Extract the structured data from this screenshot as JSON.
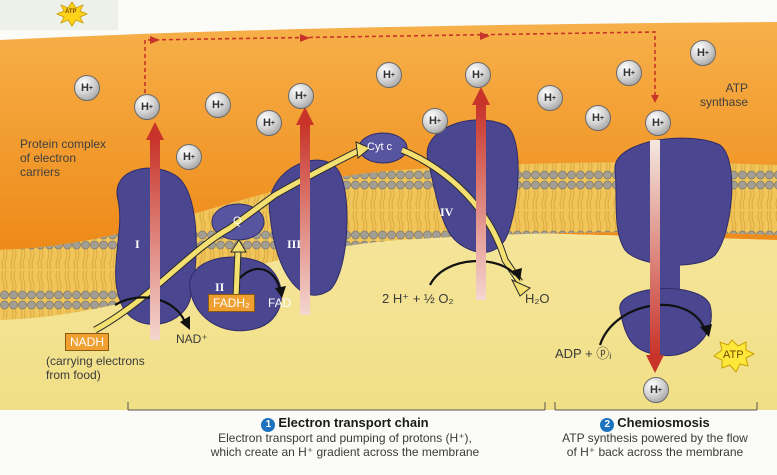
{
  "badge": {
    "text": "ATP"
  },
  "labels": {
    "protein_complex": "Protein complex\nof electron\ncarriers",
    "atp_synthase": "ATP\nsynthase",
    "nadh": "NADH",
    "nad_plus": "NAD⁺",
    "carrying_electrons": "(carrying electrons\nfrom food)",
    "fadh2": "FADH₂",
    "fad": "FAD",
    "q": "Q",
    "cyt_c": "Cyt c",
    "complex_i": "I",
    "complex_ii": "II",
    "complex_iii": "III",
    "complex_iv": "IV",
    "water_eq": "2 H⁺ + ½ O₂",
    "water": "H₂O",
    "adp": "ADP + ⓟᵢ",
    "atp": "ATP"
  },
  "h_ion": {
    "symbol": "H",
    "charge": "+"
  },
  "sections": {
    "etc": {
      "number": "1",
      "title": "Electron transport chain",
      "desc": "Electron transport and pumping of protons (H⁺),\nwhich create an H⁺ gradient across the membrane"
    },
    "chemiosmosis": {
      "number": "2",
      "title": "Chemiosmosis",
      "desc": "ATP synthesis powered by the flow\nof H⁺ back across the membrane"
    }
  },
  "colors": {
    "intermembrane": "#f29a1e",
    "matrix": "#f4e08a",
    "protein": "#4a4790",
    "arrow": "#c8342a",
    "electron_path": "#f3e070"
  }
}
